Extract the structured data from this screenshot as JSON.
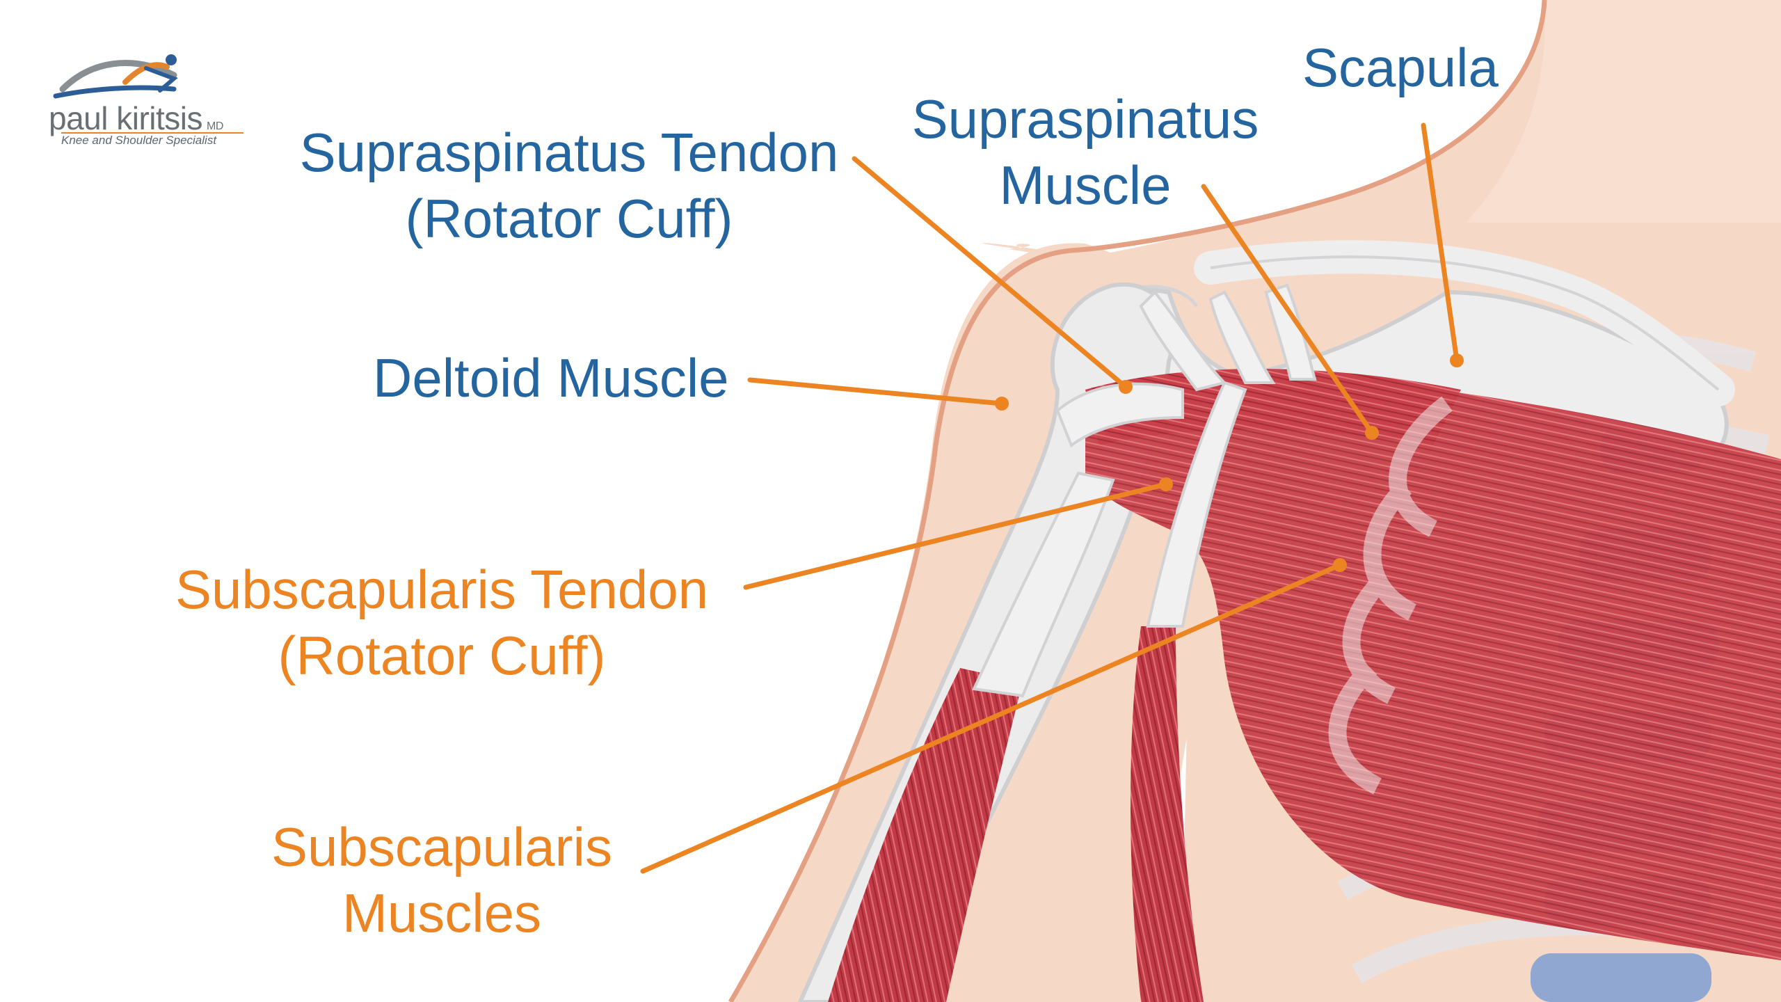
{
  "logo": {
    "name": "paul kiritsis",
    "suffix": "MD",
    "tagline": "Knee and Shoulder Specialist"
  },
  "labels": {
    "supraspinatus_tendon": [
      "Supraspinatus Tendon",
      "(Rotator Cuff)"
    ],
    "supraspinatus_muscle": [
      "Supraspinatus",
      "Muscle"
    ],
    "scapula": [
      "Scapula"
    ],
    "deltoid_muscle": [
      "Deltoid Muscle"
    ],
    "subscapularis_tendon": [
      "Subscapularis Tendon",
      "(Rotator Cuff)"
    ],
    "subscapularis_muscles": [
      "Subscapularis",
      "Muscles"
    ]
  },
  "colors": {
    "label_blue": "#24659f",
    "label_orange": "#ec8422",
    "leader_line": "#ec8422",
    "skin": "#f6d8c6",
    "skin_outline": "#e4a083",
    "bone": "#e9e9ea",
    "muscle": "#c8404a",
    "tendon": "#eeeeee",
    "cartilage": "#7e9fd3"
  }
}
